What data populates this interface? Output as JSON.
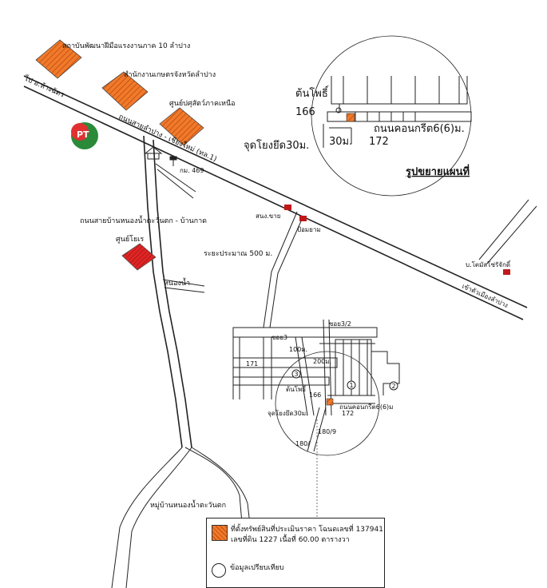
{
  "labels": {
    "institute": "สถาบันพัฒนาฝีมือแรงงานภาค 10 ลำปาง",
    "agri_office": "สำนักงานเกษตรจังหวัดลำปาง",
    "livestock_center": "ศูนย์ปศุสัตว์ภาคเหนือ",
    "to_hangchat": "ไป อ.ห้างฉัตร",
    "highway_name": "ถนนสายลำปาง - เชียงใหม่ (ทล.1)",
    "km_marker": "กม. 469",
    "local_road": "ถนนสายบ้านหนองน้ำตะวันตก - บ้านกาด",
    "dohae_center": "ศูนย์โยเร",
    "nong_nam_label": "หนองน้ำ",
    "distance_note": "ระยะประมาณ 500 ม.",
    "wood_shop": "สนง.ขาย",
    "meeting_place": "ป้อมยาม",
    "company": "บ.โตมัสโซ่รัจักดิ์",
    "to_city": "เข้าตัวเมืองลำปาง",
    "soi3": "ซอย3",
    "soi3_2": "ซอย3/2",
    "dist_100": "100ม.",
    "dist_200": "200ม.",
    "pole_171": "171",
    "tonpho_small": "ต้นโพธิ์",
    "pole_166_small": "166",
    "ref_point_small": "จุดโยงยึด30ม.",
    "concrete_road_small": "ถนนคอนกรีต6(6)ม",
    "pole_172_small": "172",
    "parcel_180_9": "180/9",
    "parcel_180": "180/",
    "village": "หมู่บ้านหนองน้ำตะวันตก",
    "inset_tonpho": "ต้นโพธิ์",
    "inset_166": "166",
    "inset_concrete": "ถนนคอนกรีต6(6)ม.",
    "inset_ref": "จุดโยงยึด30ม.",
    "inset_30": "30ม.",
    "inset_172": "172",
    "inset_title": "รูปขยายแผนที่",
    "circle_1": "1",
    "circle_2": "2",
    "circle_3": "3",
    "pt_logo": "PT"
  },
  "legend": {
    "subject_line1": "ที่ตั้งทรัพย์สินที่ประเมินราคา โฉนดเลขที่ 137941",
    "subject_line2": "เลขที่ดิน 1227 เนื้อที่ 60.00 ตารางวา",
    "comparable": "ข้อมูลเปรียบเทียบ"
  },
  "colors": {
    "building_fill": "#f07a2a",
    "building_hatch": "#c24a10",
    "red_marker": "#d42020",
    "road": "#222222"
  }
}
